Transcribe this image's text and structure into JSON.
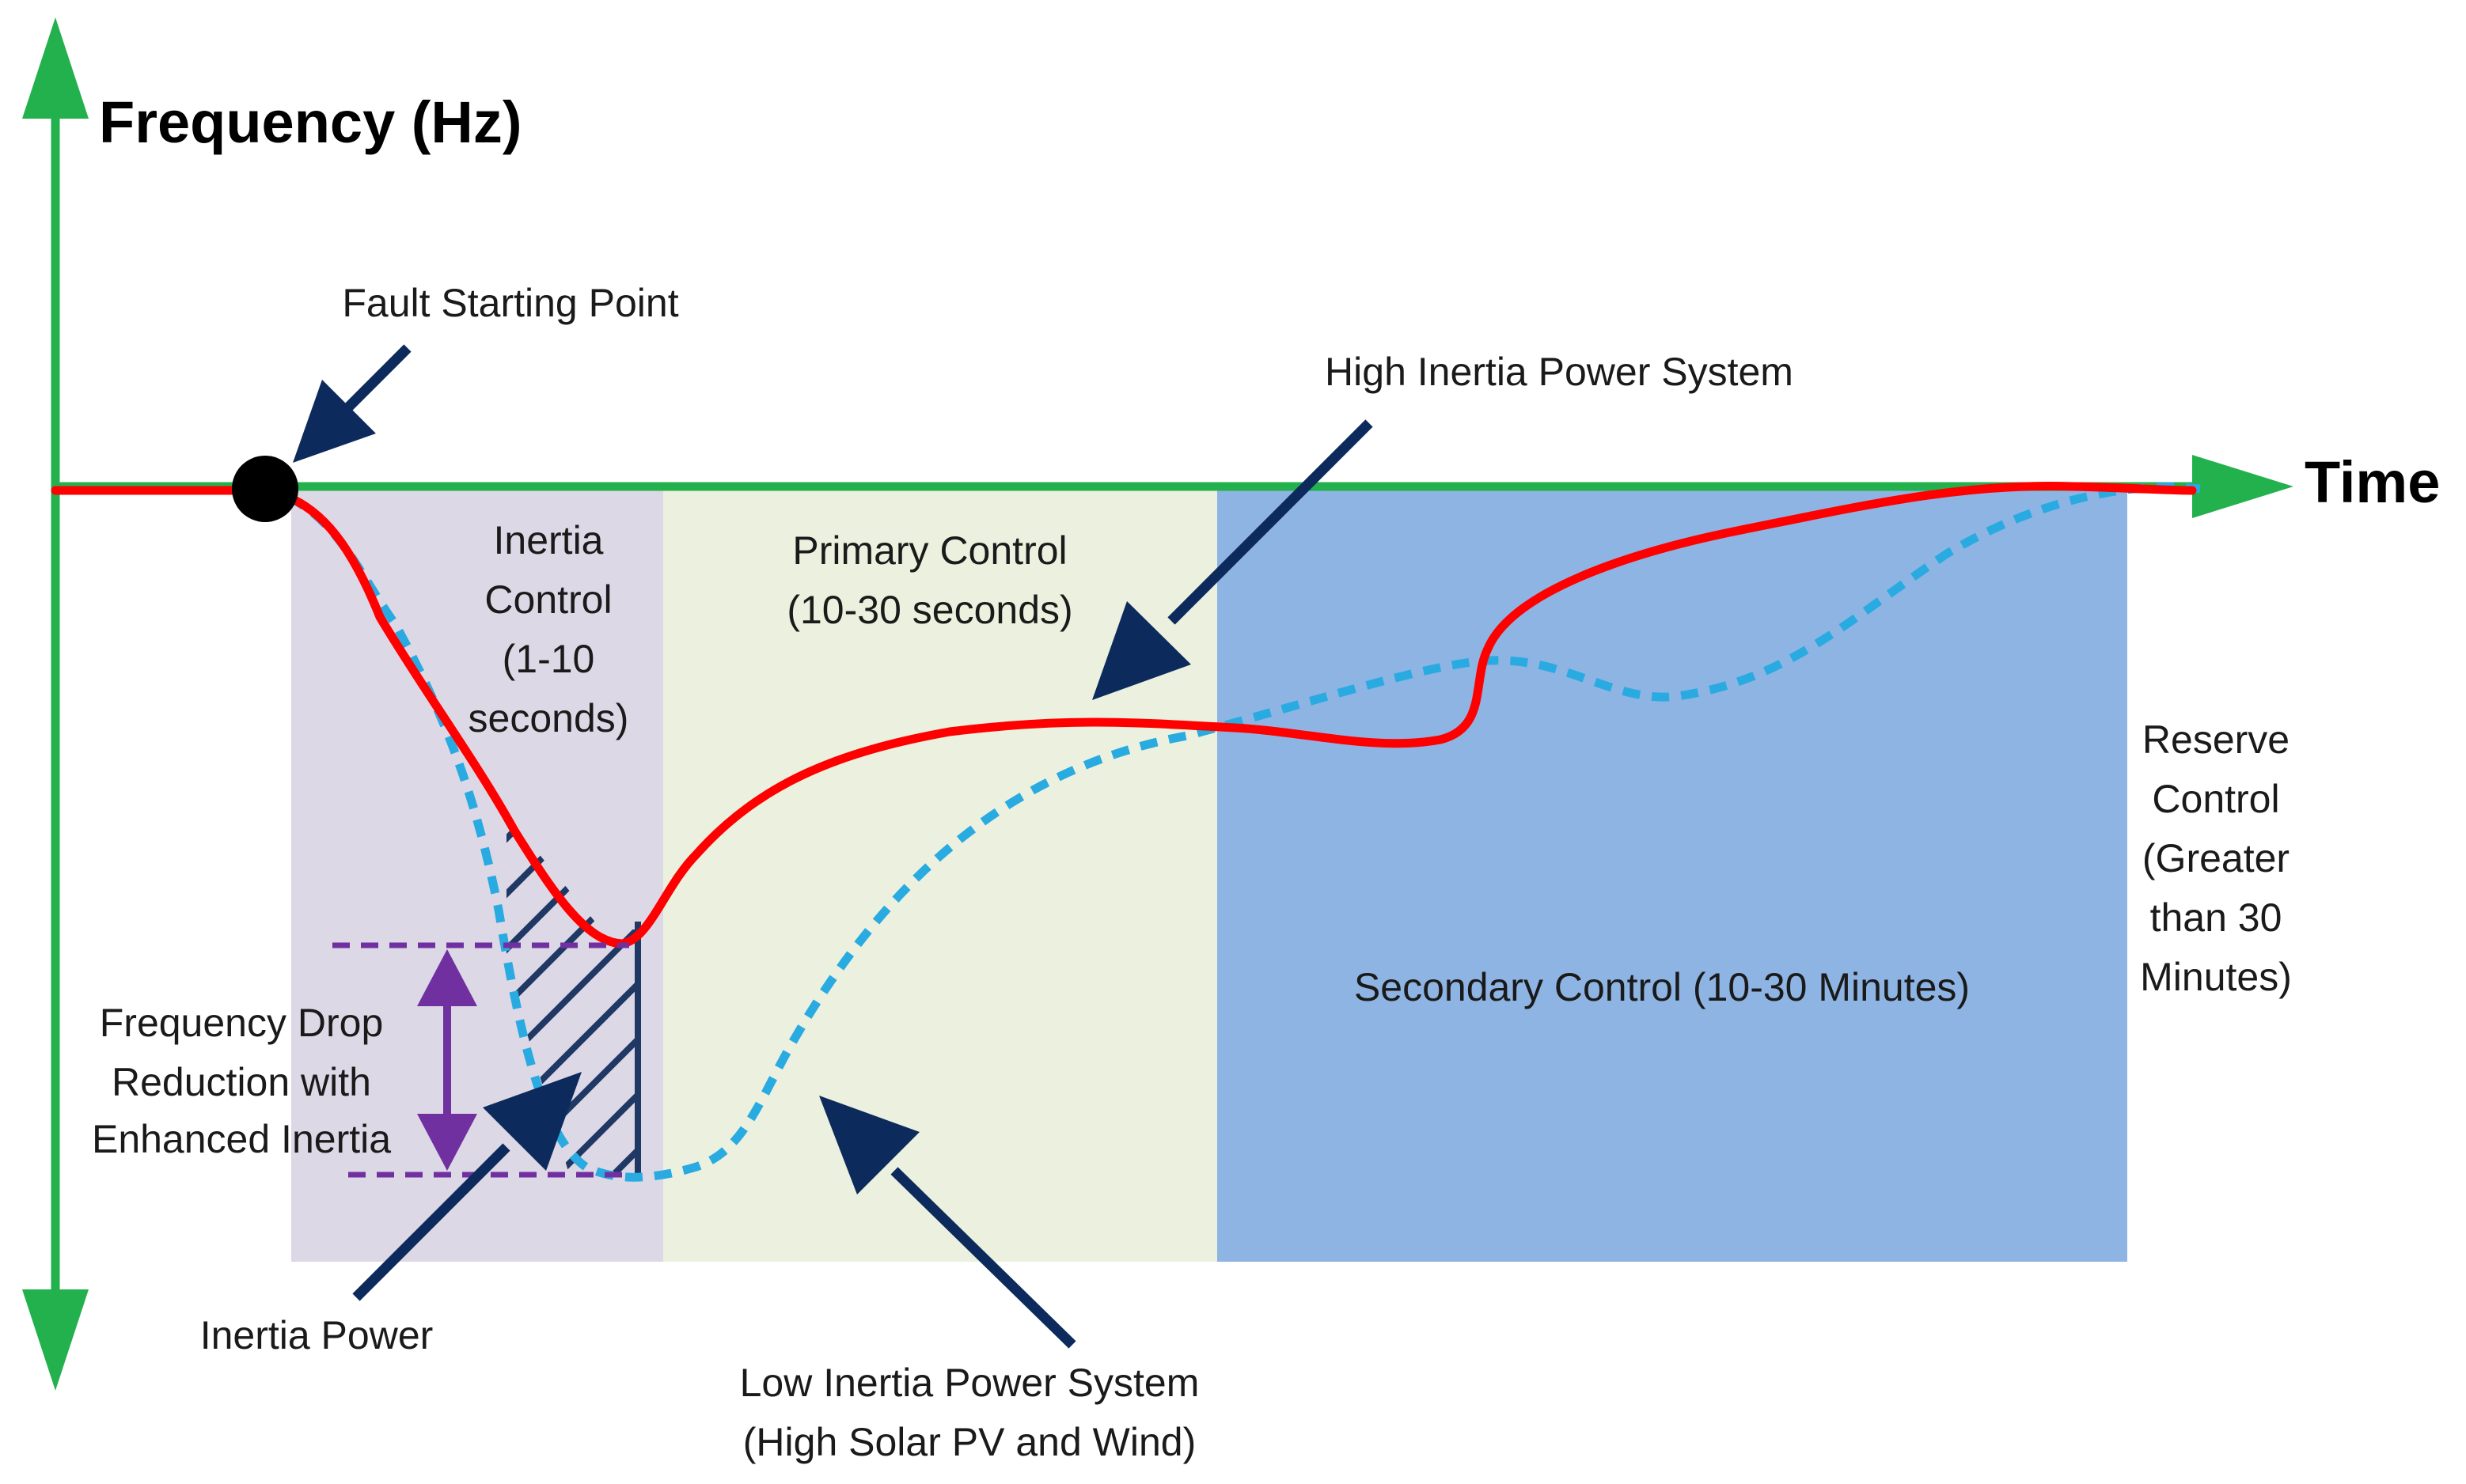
{
  "axes": {
    "y_title": "Frequency (Hz)",
    "x_title": "Time"
  },
  "regions": {
    "inertia": [
      "Inertia",
      "Control",
      "(1-10",
      "seconds)"
    ],
    "primary": [
      "Primary Control",
      "(10-30 seconds)"
    ],
    "secondary": [
      "Secondary Control (10-30 Minutes)"
    ],
    "reserve": [
      "Reserve",
      "Control",
      "(Greater",
      "than 30",
      "Minutes)"
    ]
  },
  "annotations": {
    "fault": "Fault Starting Point",
    "high_inertia": "High Inertia Power System",
    "low_inertia": [
      "Low Inertia Power System",
      "(High Solar PV and Wind)"
    ],
    "inertia_power": "Inertia Power",
    "freq_drop": [
      "Frequency Drop",
      "Reduction with",
      "Enhanced Inertia"
    ]
  },
  "colors": {
    "axis": "#22b14c",
    "high_inertia_curve": "#ff0000",
    "low_inertia_curve": "#29abe2",
    "arrow": "#0d2a5c",
    "inertia_region": "#ddd8e6",
    "primary_region": "#ebf1de",
    "secondary_region": "#8eb4e3",
    "drop_marker": "#7030a0"
  }
}
